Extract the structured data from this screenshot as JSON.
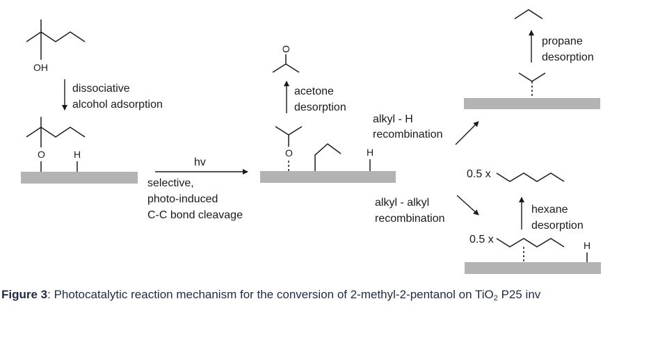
{
  "diagram": {
    "atoms": {
      "oh": "OH",
      "o": "O",
      "h": "H"
    },
    "steps": {
      "adsorption": [
        "dissociative",
        "alcohol adsorption"
      ],
      "light": "hv",
      "cleavage": [
        "selective,",
        "photo-induced",
        "C-C bond cleavage"
      ],
      "acetone": [
        "acetone",
        "desorption"
      ],
      "alkyl_h": [
        "alkyl - H",
        "recombination"
      ],
      "propane": [
        "propane",
        "desorption"
      ],
      "alkyl_alkyl": [
        "alkyl - alkyl",
        "recombination"
      ],
      "hexane": [
        "hexane",
        "desorption"
      ]
    },
    "stoich": "0.5 x"
  },
  "caption": {
    "label": "Figure 3",
    "text_before": ": Photocatalytic reaction mechanism for the conversion of 2-methyl-2-pentanol on TiO",
    "sub": "2",
    "text_after": " P25 inv"
  }
}
